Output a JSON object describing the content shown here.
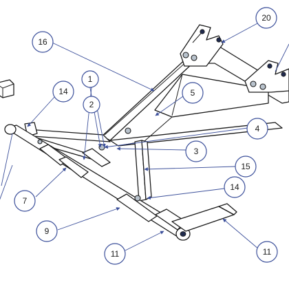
{
  "diagram": {
    "callouts": [
      {
        "id": "c20",
        "label": "20"
      },
      {
        "id": "c16",
        "label": "16"
      },
      {
        "id": "c14a",
        "label": "14"
      },
      {
        "id": "c1",
        "label": "1"
      },
      {
        "id": "c2",
        "label": "2"
      },
      {
        "id": "c5",
        "label": "5"
      },
      {
        "id": "c4",
        "label": "4"
      },
      {
        "id": "c3",
        "label": "3"
      },
      {
        "id": "c15",
        "label": "15"
      },
      {
        "id": "c7",
        "label": "7"
      },
      {
        "id": "c14b",
        "label": "14"
      },
      {
        "id": "c9",
        "label": "9"
      },
      {
        "id": "c11a",
        "label": "11"
      },
      {
        "id": "c11b",
        "label": "11"
      }
    ]
  }
}
